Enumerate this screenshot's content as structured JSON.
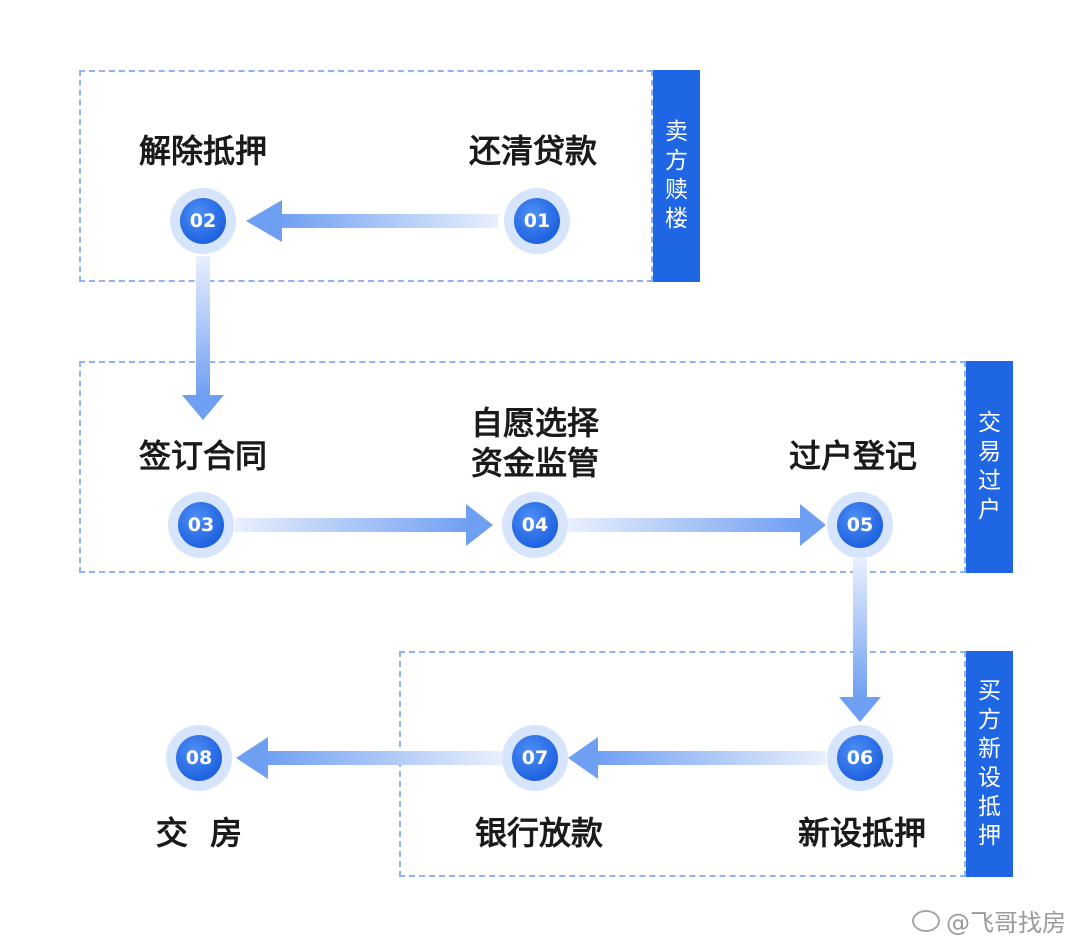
{
  "groups": [
    {
      "id": "seller",
      "label": "卖方赎楼"
    },
    {
      "id": "trade",
      "label": "交易过户"
    },
    {
      "id": "buyer",
      "label": "买方新设抵押"
    }
  ],
  "steps": [
    {
      "num": "01",
      "label": "还清贷款"
    },
    {
      "num": "02",
      "label": "解除抵押"
    },
    {
      "num": "03",
      "label": "签订合同"
    },
    {
      "num": "04",
      "label": "自愿选择\n资金监管"
    },
    {
      "num": "05",
      "label": "过户登记"
    },
    {
      "num": "06",
      "label": "新设抵押"
    },
    {
      "num": "07",
      "label": "银行放款"
    },
    {
      "num": "08",
      "label": "交  房"
    }
  ],
  "watermark": {
    "text": "@飞哥找房"
  },
  "colors": {
    "accent": "#1f66e5",
    "node_light": "#d6e5fc",
    "dash": "#8fb4ef"
  }
}
